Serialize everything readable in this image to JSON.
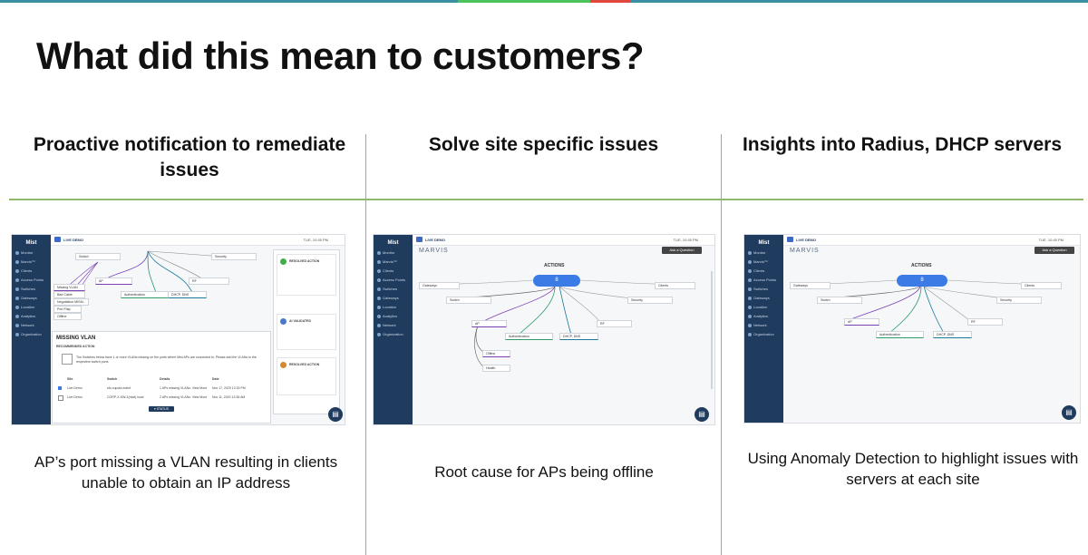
{
  "slide": {
    "title": "What did this mean to customers?"
  },
  "columns": [
    {
      "heading": "Proactive notification to remediate issues",
      "caption": "AP’s port missing a VLAN resulting in clients unable to obtain an IP address"
    },
    {
      "heading": "Solve site specific issues",
      "caption": "Root cause for APs being offline"
    },
    {
      "heading": "Insights into Radius, DHCP servers",
      "caption": "Using Anomaly Detection to highlight issues with servers at each site"
    }
  ],
  "app": {
    "brand": "Mist",
    "site": "LIVE DEMO",
    "time": "TUE, 10:45 PM",
    "marvis": "MARVIS",
    "ask_button": "Ask a Question",
    "actions_label": "ACTIONS",
    "actions_count": "8",
    "nav": [
      "Monitor",
      "Marvis™",
      "Clients",
      "Access Points",
      "Switches",
      "Gateways",
      "Location",
      "Analytics",
      "Network",
      "Organization"
    ],
    "nodes": {
      "gateways": "Gateways",
      "clients": "Clients",
      "switch": "Switch",
      "security": "Security",
      "ap": "AP",
      "authentication": "Authentication",
      "dhcp_dns": "DHCP, DNS",
      "rf": "RF"
    }
  },
  "shot1": {
    "left_nodes": [
      "Missing VLAN",
      "Bad Cable",
      "Negotiation MISM...",
      "Port Flap",
      "Offline"
    ],
    "missing_vlan_title": "MISSING VLAN",
    "recommended": "RECOMMENDED ACTION",
    "desc": "The Switches below have 1 or more VLANs missing on the ports where Mist APs are connected to. Please add the VLANs to the respective switch ports.",
    "table_headers": [
      "Site",
      "Switch",
      "Details",
      "Date"
    ],
    "rows": [
      [
        "Live Demo",
        "sfo-cupold-mainf",
        "1 APs missing VLANs. View More",
        "Nov 17, 2020 12:30 PM"
      ],
      [
        "Live Demo",
        "CORP-X-SW-1(mist) local",
        "2 APs missing VLANs. View More",
        "Nov 11, 2020 12:36 AM"
      ]
    ],
    "status_button": "▾ STATUS",
    "panel_items": [
      "RESOLVED ACTION",
      "AI VALIDATED",
      "RESOLVED ACTION"
    ]
  },
  "shot2": {
    "ap_children": [
      "Offline",
      "Health"
    ]
  }
}
